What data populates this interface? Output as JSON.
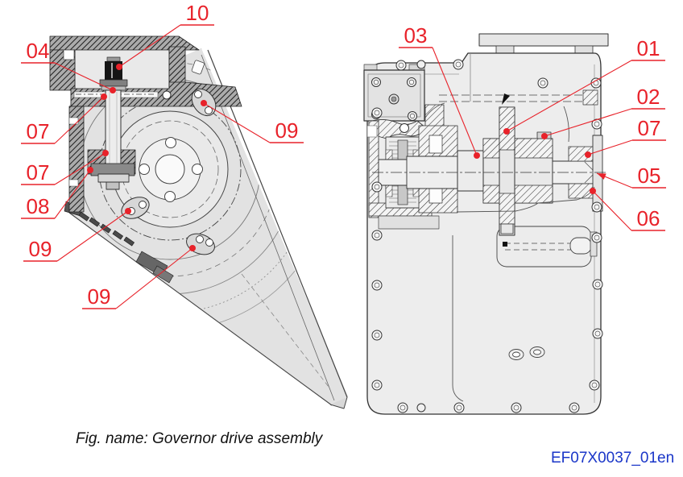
{
  "figure": {
    "caption": "Fig. name: Governor drive assembly",
    "doc_number": "EF07X0037_01en"
  },
  "colors": {
    "callout_red": "#e8222a",
    "doc_number_blue": "#1a36c8",
    "caption_black": "#111111"
  },
  "views": [
    {
      "id": "left-section-view",
      "description": "governor drive side section with triangular mounting plate"
    },
    {
      "id": "right-section-view",
      "description": "governor drive front section in housing"
    }
  ],
  "callouts": [
    {
      "label": "10",
      "view": "left",
      "underline": [
        224,
        31,
        266,
        31
      ],
      "leader": [
        224,
        31,
        148,
        83
      ],
      "target": [
        148,
        83
      ],
      "marker": "dot"
    },
    {
      "label": "04",
      "view": "left",
      "underline": [
        26,
        78,
        68,
        78
      ],
      "leader": [
        68,
        78,
        140,
        112
      ],
      "target": [
        140,
        112
      ],
      "marker": "dot"
    },
    {
      "label": "07",
      "view": "left",
      "underline": [
        26,
        178,
        68,
        178
      ],
      "leader": [
        68,
        178,
        129,
        120
      ],
      "target": [
        129,
        120
      ],
      "marker": "dot"
    },
    {
      "label": "07",
      "view": "left",
      "underline": [
        26,
        229,
        68,
        229
      ],
      "leader": [
        68,
        229,
        131,
        190
      ],
      "target": [
        131,
        190
      ],
      "marker": "dot"
    },
    {
      "label": "08",
      "view": "left",
      "underline": [
        26,
        271,
        68,
        271
      ],
      "leader": [
        68,
        271,
        112,
        211
      ],
      "target": [
        112,
        211
      ],
      "marker": "dot"
    },
    {
      "label": "09",
      "view": "left",
      "underline": [
        335,
        177,
        377,
        177
      ],
      "leader": [
        335,
        177,
        253,
        128
      ],
      "target": [
        253,
        128
      ],
      "marker": "dot"
    },
    {
      "label": "09",
      "view": "left",
      "underline": [
        29,
        324,
        71,
        324
      ],
      "leader": [
        71,
        324,
        159,
        262
      ],
      "target": [
        159,
        262
      ],
      "marker": "dot"
    },
    {
      "label": "09",
      "view": "left",
      "underline": [
        102,
        383,
        144,
        383
      ],
      "leader": [
        144,
        383,
        239,
        308
      ],
      "target": [
        239,
        308
      ],
      "marker": "dot"
    },
    {
      "label": "03",
      "view": "right",
      "underline": [
        495,
        59,
        537,
        59
      ],
      "leader": [
        537,
        59,
        592,
        193
      ],
      "target": [
        592,
        193
      ],
      "marker": "dot"
    },
    {
      "label": "01",
      "view": "right",
      "underline": [
        784,
        75,
        826,
        75
      ],
      "leader": [
        784,
        75,
        629,
        163
      ],
      "target": [
        629,
        163
      ],
      "marker": "dot"
    },
    {
      "label": "02",
      "view": "right",
      "underline": [
        784,
        135,
        826,
        135
      ],
      "leader": [
        784,
        135,
        676,
        169
      ],
      "target": [
        676,
        169
      ],
      "marker": "dot"
    },
    {
      "label": "07",
      "view": "right",
      "underline": [
        785,
        174,
        827,
        174
      ],
      "leader": [
        785,
        174,
        730,
        192
      ],
      "target": [
        730,
        192
      ],
      "marker": "dot"
    },
    {
      "label": "05",
      "view": "right",
      "underline": [
        785,
        233,
        827,
        233
      ],
      "leader": [
        785,
        233,
        741,
        215
      ],
      "target": [
        741,
        215
      ],
      "marker": "arrow"
    },
    {
      "label": "06",
      "view": "right",
      "underline": [
        784,
        286,
        826,
        286
      ],
      "leader": [
        784,
        286,
        736,
        237
      ],
      "target": [
        736,
        237
      ],
      "marker": "dot"
    }
  ]
}
